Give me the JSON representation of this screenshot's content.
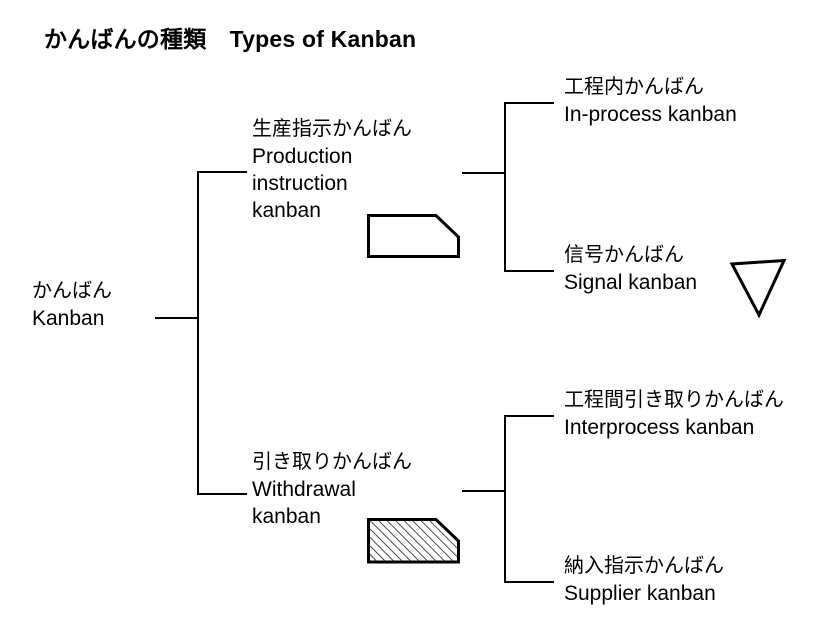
{
  "diagram": {
    "title": "かんばんの種類　Types of Kanban",
    "root": {
      "ja": "かんばん",
      "en": "Kanban"
    },
    "branches": [
      {
        "id": "production-instruction-kanban",
        "ja": "生産指示かんばん",
        "en_line1": "Production",
        "en_line2": "instruction",
        "en_line3": "kanban",
        "glyph": "kanban-card-plain",
        "children": [
          {
            "id": "in-process-kanban",
            "ja": "工程内かんばん",
            "en": "In-process kanban"
          },
          {
            "id": "signal-kanban",
            "ja": "信号かんばん",
            "en": "Signal kanban",
            "glyph": "signal-triangle"
          }
        ]
      },
      {
        "id": "withdrawal-kanban",
        "ja": "引き取りかんばん",
        "en_line1": "Withdrawal",
        "en_line2": "kanban",
        "glyph": "kanban-card-hatched",
        "children": [
          {
            "id": "interprocess-kanban",
            "ja": "工程間引き取りかんばん",
            "en": "Interprocess kanban"
          },
          {
            "id": "supplier-kanban",
            "ja": "納入指示かんばん",
            "en": "Supplier kanban"
          }
        ]
      }
    ],
    "colors": {
      "background": "#ffffff",
      "stroke": "#000000",
      "text": "#000000",
      "hatch": "#000000"
    }
  }
}
